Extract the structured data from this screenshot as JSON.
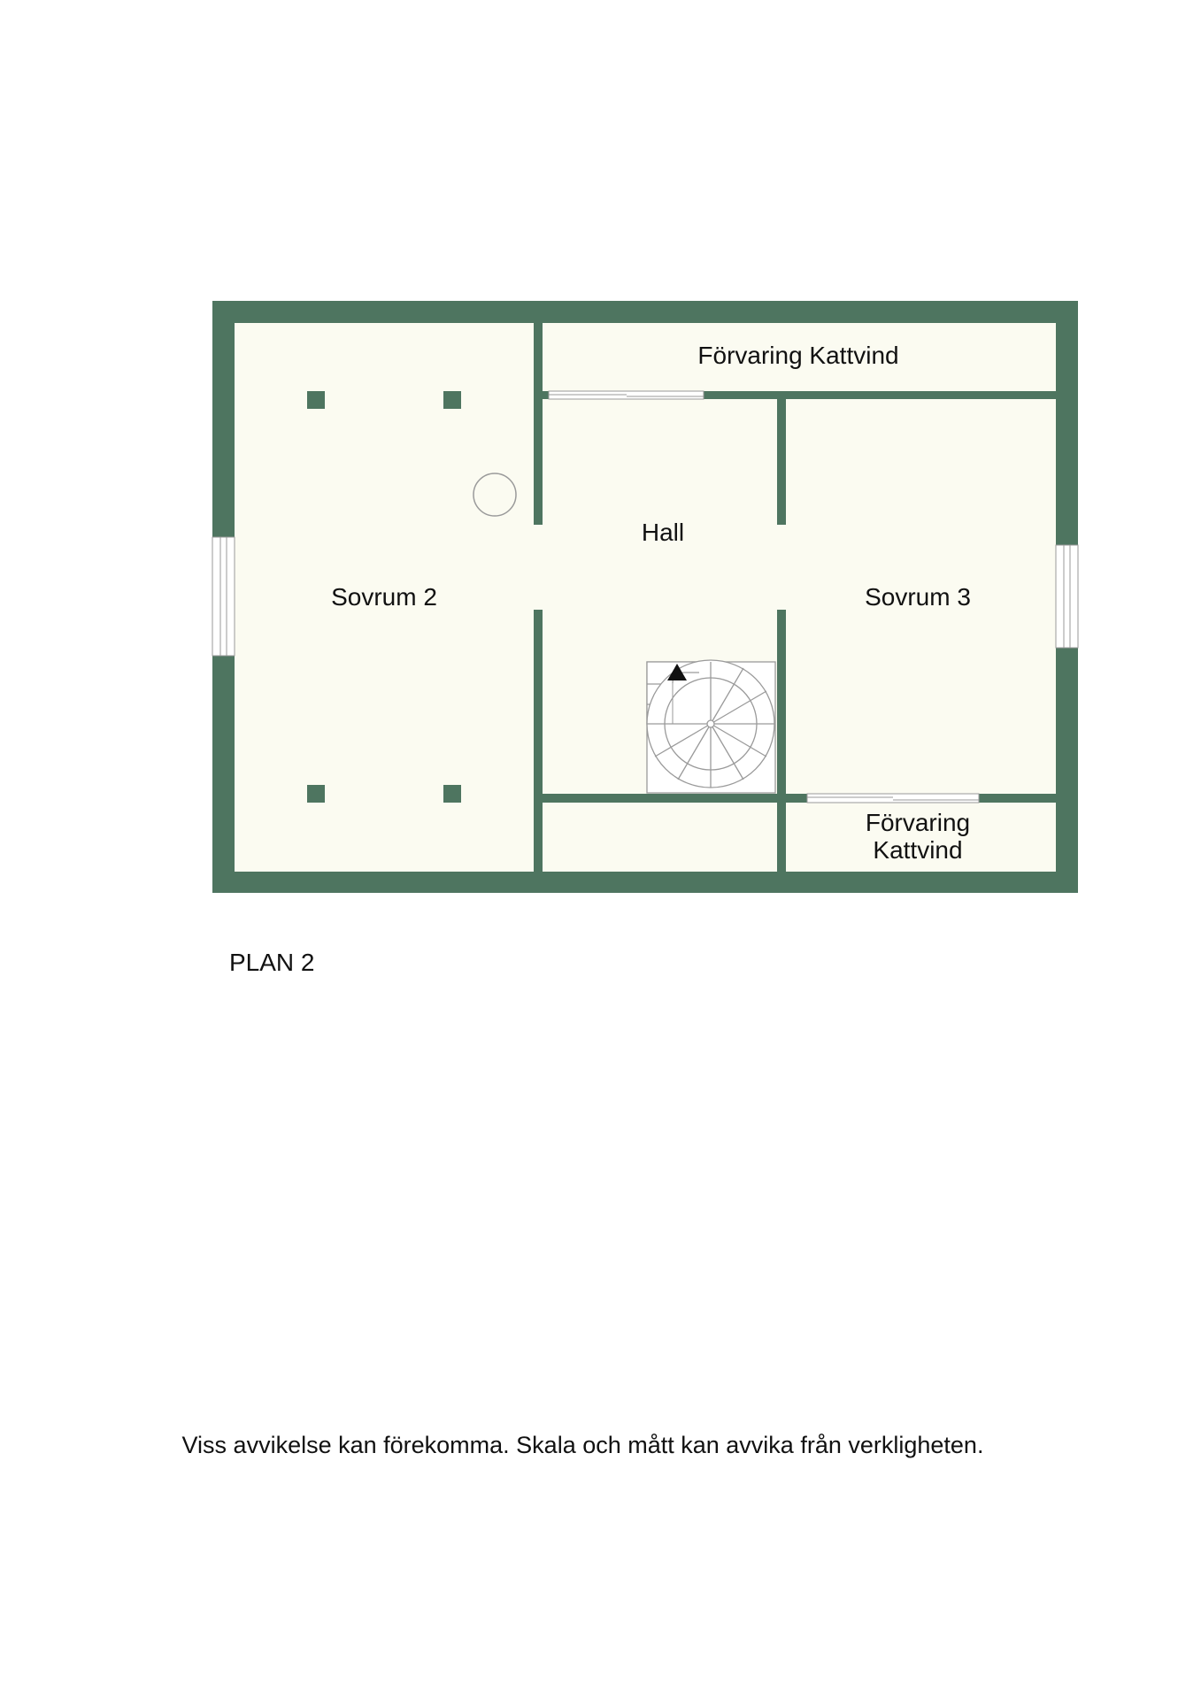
{
  "colors": {
    "wall": "#4e7560",
    "floor": "#fbfbf1",
    "door": "#ffffff",
    "line": "#9a9a9a"
  },
  "rooms": {
    "sovrum2": "Sovrum 2",
    "hall": "Hall",
    "sovrum3": "Sovrum 3",
    "forvaring_top": "Förvaring Kattvind",
    "forvaring_bottom_line1": "Förvaring",
    "forvaring_bottom_line2": "Kattvind"
  },
  "icons": {
    "stair_arrow": "up-arrow-icon"
  },
  "plan_title": "PLAN 2",
  "disclaimer": "Viss avvikelse kan förekomma. Skala och mått kan avvika från verkligheten."
}
